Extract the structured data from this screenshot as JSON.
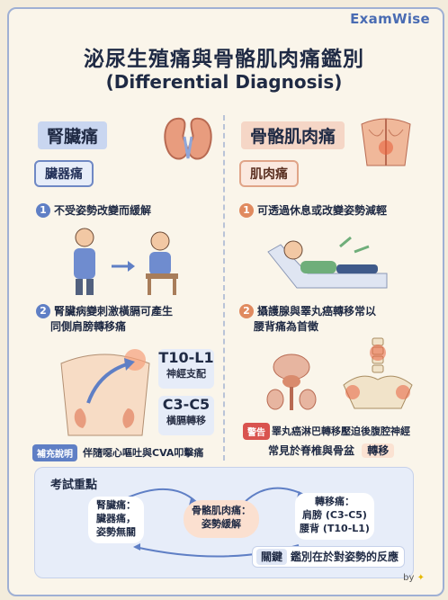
{
  "brand": "ExamWise",
  "title": "泌尿生殖痛與骨骼肌肉痛鑑別",
  "subtitle": "(Differential Diagnosis)",
  "left": {
    "heading": "腎臟痛",
    "tag": "臟器痛",
    "point1_num": "1",
    "point1": "不受姿勢改變而緩解",
    "point2_num": "2",
    "point2_line1": "腎臟病變刺激橫膈可產生",
    "point2_line2": "同側肩膀轉移痛",
    "box1_big": "T10-L1",
    "box1_small": "神經支配",
    "box2_big": "C3-C5",
    "box2_small": "橫膈轉移",
    "badge": "補充說明",
    "note": "伴隨噁心嘔吐與CVA叩擊痛"
  },
  "right": {
    "heading": "骨骼肌肉痛",
    "tag": "肌肉痛",
    "point1_num": "1",
    "point1": "可透過休息或改變姿勢減輕",
    "point2_num": "2",
    "point2_line1": "攝護腺與睪丸癌轉移常以",
    "point2_line2": "腰背痛為首徵",
    "badge": "警告",
    "warning": "睪丸癌淋巴轉移壓迫後腹腔神經",
    "note_prefix": "常見於脊椎與骨盆",
    "note_highlight": "轉移"
  },
  "exam": {
    "title": "考試重點",
    "bubble_left_1": "腎臟痛：",
    "bubble_left_2": "臟器痛，",
    "bubble_left_3": "姿勢無關",
    "bubble_mid_1": "骨骼肌肉痛：",
    "bubble_mid_2": "姿勢緩解",
    "bubble_right_1": "轉移痛：",
    "bubble_right_2": "肩膀 (C3-C5)",
    "bubble_right_3": "腰背 (T10-L1)",
    "key_label": "關鍵",
    "key_text": "鑑別在於對姿勢的反應"
  },
  "footer_by": "by",
  "colors": {
    "blue": "#5f7fc5",
    "orange": "#e08a5f",
    "warning": "#d9534f"
  }
}
